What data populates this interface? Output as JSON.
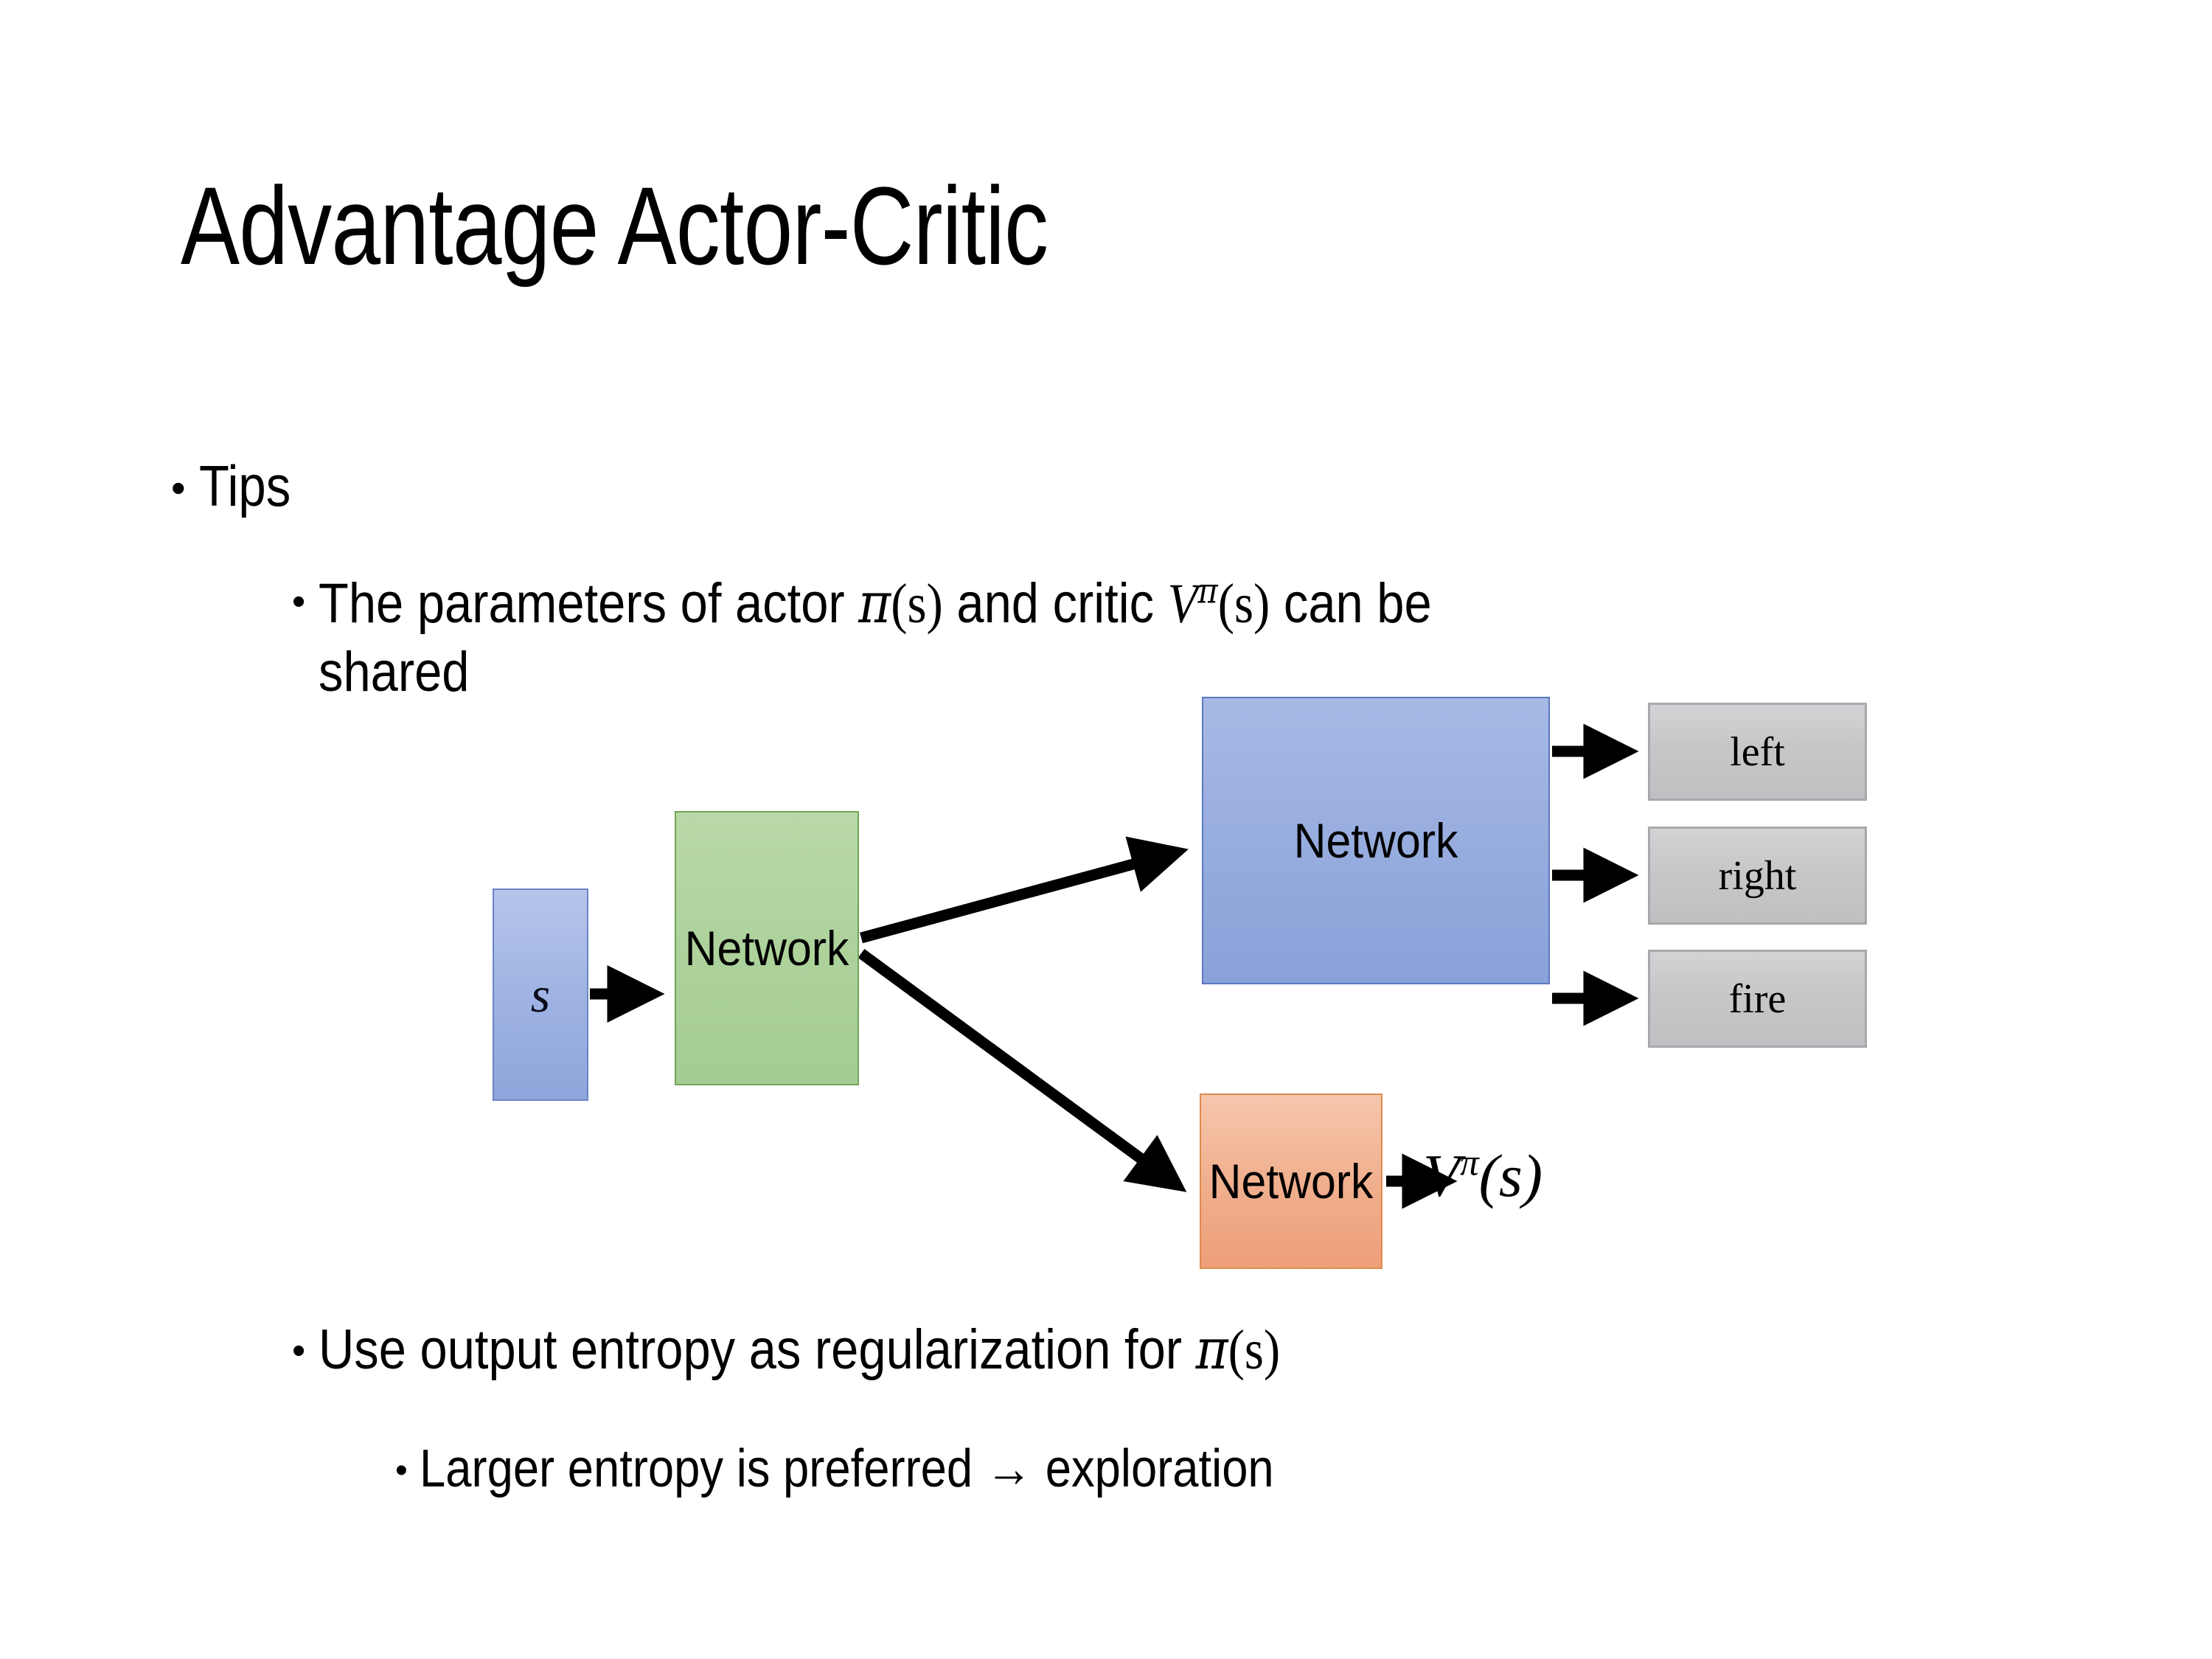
{
  "slide": {
    "title": "Advantage Actor-Critic",
    "background": "#FFFFFF"
  },
  "bullets": {
    "tips": "Tips",
    "params_line": "The parameters of actor π(s)  and critic Vπ(s) can be shared",
    "params_prefix": "The parameters of actor ",
    "params_actor_sym": "π",
    "params_actor_arg": "(s)",
    "params_middle": "  and critic ",
    "params_critic_sym": "V",
    "params_critic_sup": "π",
    "params_critic_arg": "(s)",
    "params_tail": " can be shared",
    "entropy_prefix": "Use output entropy as regularization for ",
    "entropy_sym": "π",
    "entropy_arg": "(s)",
    "larger": "Larger entropy is preferred → exploration"
  },
  "diagram": {
    "state_symbol": "s",
    "shared_network_label": "Network",
    "actor_network_label": "Network",
    "critic_network_label": "Network",
    "actions": [
      {
        "label": "left"
      },
      {
        "label": "right"
      },
      {
        "label": "fire"
      }
    ],
    "critic_output_sym": "V",
    "critic_output_sup": "π",
    "critic_output_arg": "(s)",
    "colors": {
      "state_box": "#9DB2E2",
      "shared_box": "#ADD29B",
      "actor_box": "#96ACDE",
      "critic_box": "#F0AE8C",
      "action_box": "#C6C7C9",
      "arrow": "#000000"
    }
  }
}
